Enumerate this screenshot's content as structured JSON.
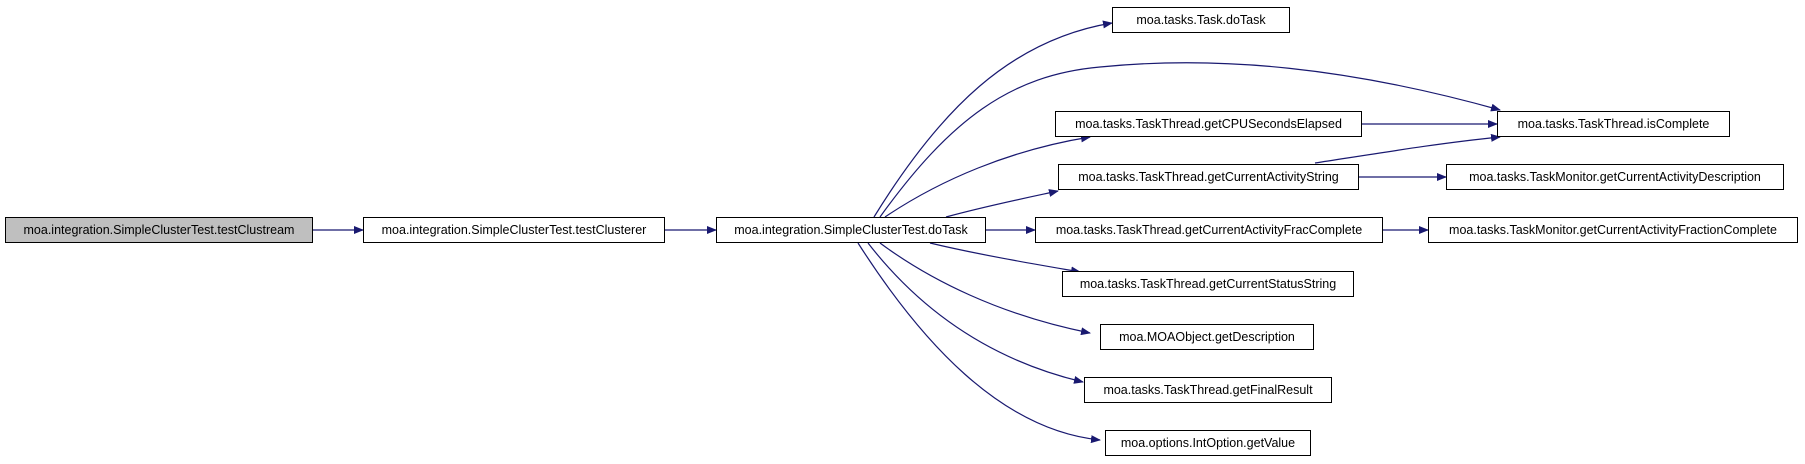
{
  "colors": {
    "edge": "#191970",
    "root_fill": "#bfbfbf",
    "node_fill": "#ffffff",
    "border": "#000000"
  },
  "nodes": {
    "test_clustream": "moa.integration.SimpleClusterTest.testClustream",
    "test_clusterer": "moa.integration.SimpleClusterTest.testClusterer",
    "do_task": "moa.integration.SimpleClusterTest.doTask",
    "task_do_task": "moa.tasks.Task.doTask",
    "get_cpu_seconds": "moa.tasks.TaskThread.getCPUSecondsElapsed",
    "get_activity_string": "moa.tasks.TaskThread.getCurrentActivityString",
    "get_activity_frac": "moa.tasks.TaskThread.getCurrentActivityFracComplete",
    "get_status_string": "moa.tasks.TaskThread.getCurrentStatusString",
    "get_description": "moa.MOAObject.getDescription",
    "get_final_result": "moa.tasks.TaskThread.getFinalResult",
    "get_value": "moa.options.IntOption.getValue",
    "is_complete": "moa.tasks.TaskThread.isComplete",
    "monitor_activity_desc": "moa.tasks.TaskMonitor.getCurrentActivityDescription",
    "monitor_fraction": "moa.tasks.TaskMonitor.getCurrentActivityFractionComplete"
  },
  "edges": [
    [
      "test_clustream",
      "test_clusterer"
    ],
    [
      "test_clusterer",
      "do_task"
    ],
    [
      "do_task",
      "task_do_task"
    ],
    [
      "do_task",
      "is_complete"
    ],
    [
      "do_task",
      "get_cpu_seconds"
    ],
    [
      "do_task",
      "get_activity_string"
    ],
    [
      "do_task",
      "get_activity_frac"
    ],
    [
      "do_task",
      "get_status_string"
    ],
    [
      "do_task",
      "get_description"
    ],
    [
      "do_task",
      "get_final_result"
    ],
    [
      "do_task",
      "get_value"
    ],
    [
      "get_cpu_seconds",
      "is_complete"
    ],
    [
      "get_activity_string",
      "is_complete"
    ],
    [
      "get_activity_string",
      "monitor_activity_desc"
    ],
    [
      "get_activity_frac",
      "monitor_fraction"
    ]
  ]
}
